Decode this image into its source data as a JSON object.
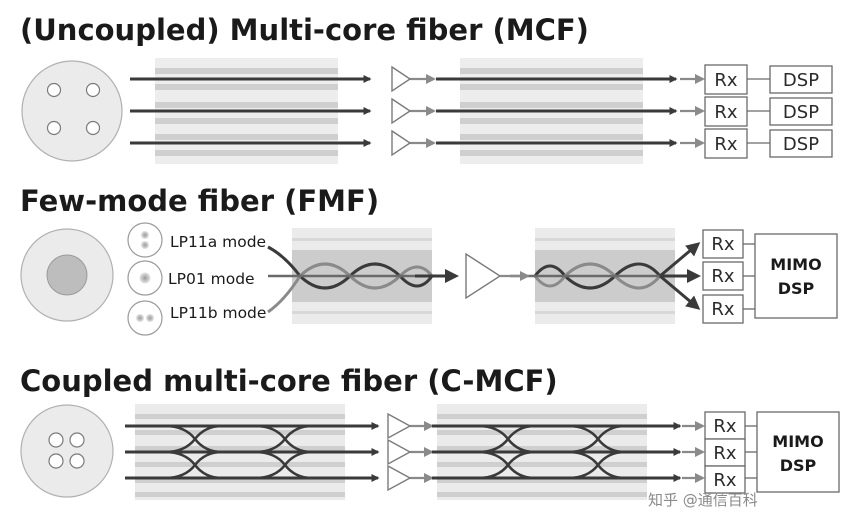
{
  "sections": {
    "mcf": {
      "title": "(Uncoupled) Multi-core fiber (MCF)",
      "receivers": [
        "Rx",
        "Rx",
        "Rx"
      ],
      "dsp": [
        "DSP",
        "DSP",
        "DSP"
      ]
    },
    "fmf": {
      "title": "Few-mode fiber (FMF)",
      "modes": [
        "LP11a mode",
        "LP01 mode",
        "LP11b mode"
      ],
      "receivers": [
        "Rx",
        "Rx",
        "Rx"
      ],
      "dsp": [
        "MIMO",
        "DSP"
      ]
    },
    "cmcf": {
      "title": "Coupled multi-core fiber (C-MCF)",
      "receivers": [
        "Rx",
        "Rx",
        "Rx"
      ],
      "dsp": [
        "MIMO",
        "DSP"
      ]
    }
  },
  "watermark": "知乎 @通信百科",
  "colors": {
    "title_text": "#1a1a1a",
    "fiber_stripe_light": "#ededed",
    "fiber_stripe_mid": "#cfcfcf",
    "signal_dark": "#3a3a3a",
    "signal_grey": "#8a8a8a",
    "box_border": "#6a6a6a"
  }
}
